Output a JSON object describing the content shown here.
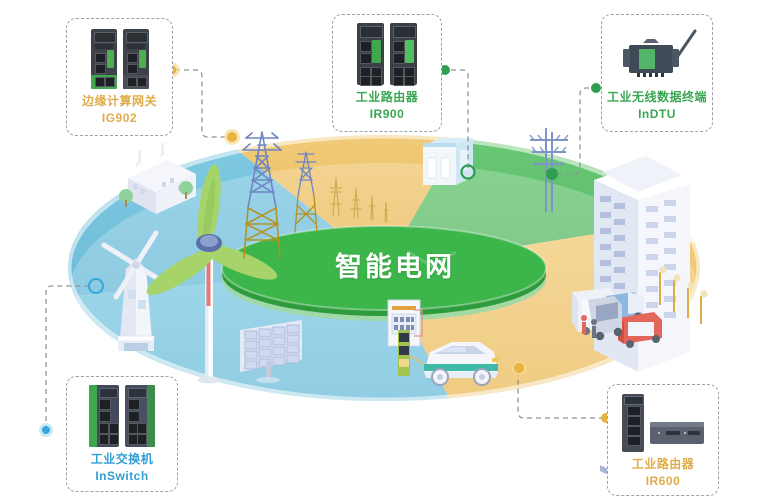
{
  "diagram": {
    "center_label": "智能电网",
    "ring_colors": {
      "blue": "#5bb7d8",
      "blue_light": "#bfe3f0",
      "gold": "#e8b33f",
      "gold_light": "#f3d58c",
      "green": "#3cb54a",
      "green_light": "#9fd9a4",
      "core_green": "#3cb54a",
      "core_green_dark": "#2e9c3c"
    },
    "connector_colors": {
      "gold": "#e8b33f",
      "green": "#2f9e4f",
      "blue": "#35a8dc",
      "dash": "#9aa0a6"
    }
  },
  "cards": [
    {
      "id": "ig902",
      "title": "边缘计算网关",
      "model": "IG902",
      "accent": "#e0ac4b",
      "accent_name": "gold",
      "devices": [
        "din-rail-gateway-green",
        "din-rail-gateway-gray"
      ],
      "node_color": "#e8b33f"
    },
    {
      "id": "ir900",
      "title": "工业路由器",
      "model": "IR900",
      "accent": "#39a651",
      "accent_name": "green",
      "devices": [
        "din-rail-router-dark",
        "din-rail-router-green"
      ],
      "node_color": "#2f9e4f"
    },
    {
      "id": "indtu",
      "title": "工业无线数据终端",
      "model": "InDTU",
      "accent": "#39a651",
      "accent_name": "green",
      "devices": [
        "dtu-with-antenna"
      ],
      "node_color": "#2f9e4f"
    },
    {
      "id": "inswitch",
      "title": "工业交换机",
      "model": "InSwitch",
      "accent": "#2f9fd4",
      "accent_name": "blue",
      "devices": [
        "switch-green",
        "switch-dark"
      ],
      "node_color": "#35a8dc"
    },
    {
      "id": "ir600",
      "title": "工业路由器",
      "model": "IR600",
      "accent": "#e0ac4b",
      "accent_name": "gold",
      "devices": [
        "switch-tall-gray",
        "router-desktop-gray"
      ],
      "node_color": "#e8b33f"
    }
  ],
  "scene_elements": [
    {
      "name": "power-plant",
      "label": ""
    },
    {
      "name": "traditional-windmill",
      "label": ""
    },
    {
      "name": "wind-turbine",
      "label": ""
    },
    {
      "name": "transmission-tower",
      "label": ""
    },
    {
      "name": "substation-building",
      "label": ""
    },
    {
      "name": "utility-pole",
      "label": ""
    },
    {
      "name": "office-tower",
      "label": ""
    },
    {
      "name": "solar-panel-array",
      "label": ""
    },
    {
      "name": "control-cabinet",
      "label": ""
    },
    {
      "name": "ev-charging-station",
      "label": ""
    },
    {
      "name": "electric-car",
      "label": ""
    },
    {
      "name": "delivery-trucks",
      "label": ""
    },
    {
      "name": "street-lamps",
      "label": ""
    }
  ]
}
